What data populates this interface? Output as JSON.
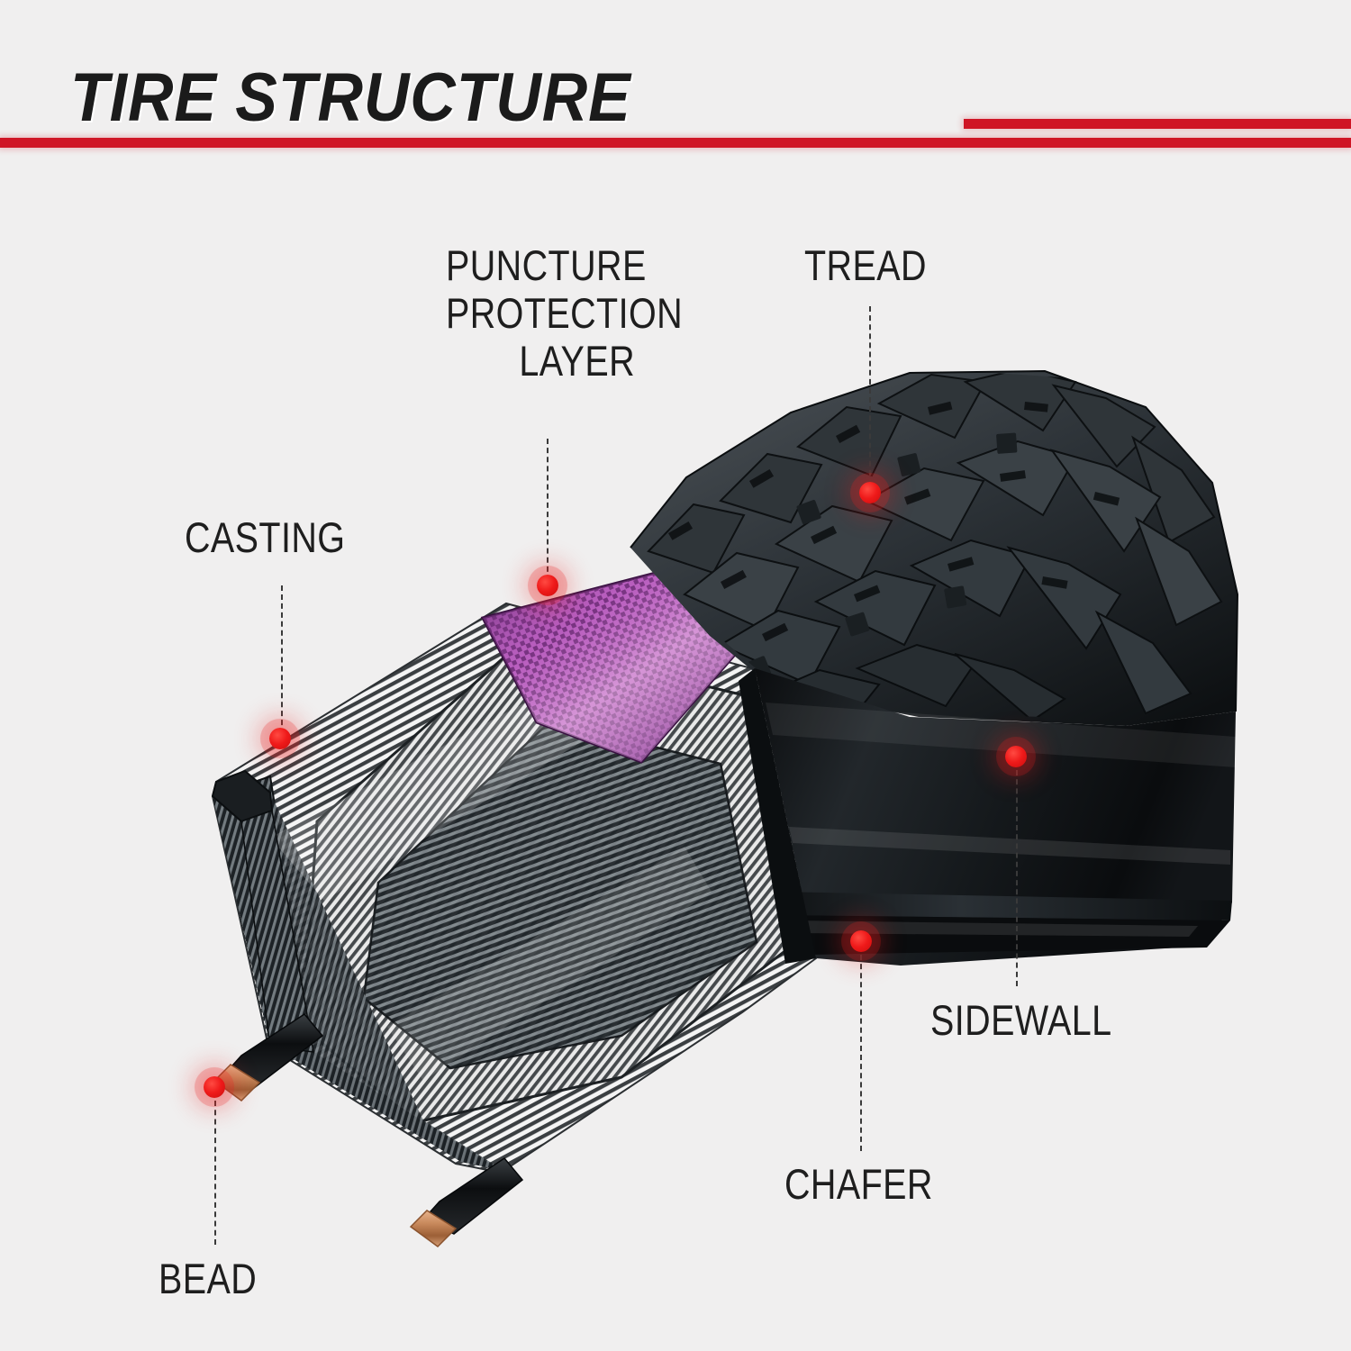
{
  "header": {
    "title": "TIRE STRUCTURE",
    "accent_color": "#cf1525",
    "title_color": "#1b1b1b"
  },
  "background_color": "#f0efef",
  "diagram": {
    "subject": "bicycle-tire-cutaway",
    "marker_color": "#ec1e1e",
    "leader_style": "dashed",
    "components": [
      {
        "name": "tread",
        "color": "#2c3237"
      },
      {
        "name": "puncture-protection-layer",
        "color": "#b358b8"
      },
      {
        "name": "casing",
        "color": "#3b3f42"
      },
      {
        "name": "sidewall",
        "color": "#15191c"
      },
      {
        "name": "chafer",
        "color": "#0a0c0e"
      },
      {
        "name": "bead",
        "color": "#c98a5d"
      }
    ]
  },
  "callouts": [
    {
      "key": "puncture_protection_layer",
      "label": "PUNCTURE\nPROTECTION\nLAYER",
      "align": "right"
    },
    {
      "key": "tread",
      "label": "TREAD",
      "align": "left"
    },
    {
      "key": "casting",
      "label": "CASTING",
      "align": "left"
    },
    {
      "key": "sidewall",
      "label": "SIDEWALL",
      "align": "left"
    },
    {
      "key": "chafer",
      "label": "CHAFER",
      "align": "left"
    },
    {
      "key": "bead",
      "label": "BEAD",
      "align": "left"
    }
  ]
}
